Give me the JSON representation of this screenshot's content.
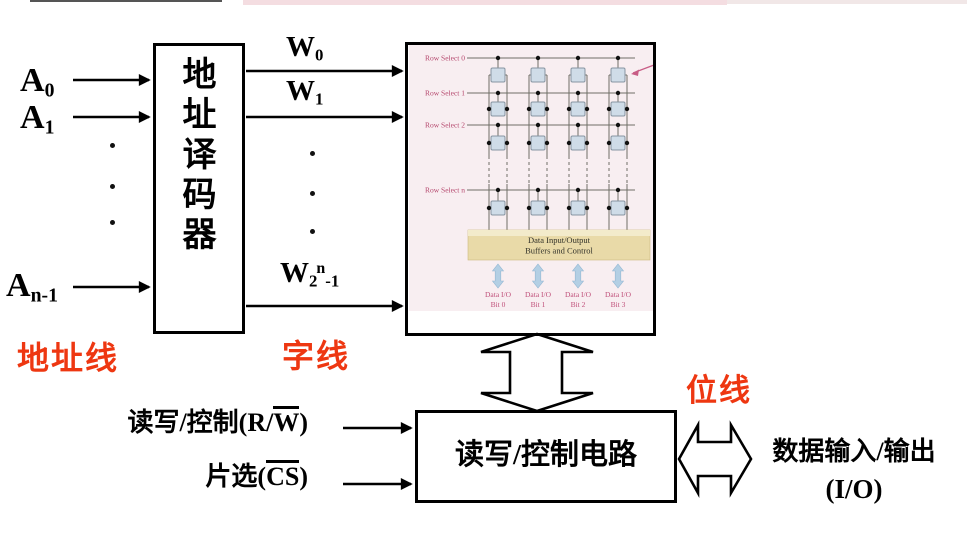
{
  "colors": {
    "accent_red": "#ee3711",
    "row_label_pink": "#b5476d",
    "bit_label_pink": "#c0507a"
  },
  "inputs": {
    "a0": {
      "base": "A",
      "sub": "0"
    },
    "a1": {
      "base": "A",
      "sub": "1"
    },
    "an1": {
      "base": "A",
      "sub": "n-1"
    }
  },
  "word_line_labels": {
    "w0": {
      "base": "W",
      "sub": "0"
    },
    "w1": {
      "base": "W",
      "sub": "1"
    },
    "w2n1": {
      "base": "W",
      "sub": "2",
      "sup": "n",
      "sub2": "-1"
    }
  },
  "decoder_label": "地址译码器",
  "labels": {
    "address_lines": "地址线",
    "word_lines": "字线",
    "bit_lines": "位线",
    "rw_prefix": "读写/控制(R/",
    "rw_over": "W",
    "rw_suffix": ")",
    "cs_prefix": "片选(",
    "cs_over": "CS",
    "cs_suffix": ")",
    "control_box": "读写/控制电路",
    "data_io_line1": "数据输入/输出",
    "data_io_line2": "(I/O)"
  },
  "memory_array": {
    "row_labels": [
      "Row Select 0",
      "Row Select 1",
      "Row Select 2",
      "Row Select n"
    ],
    "buffer_label_line1": "Data Input/Output",
    "buffer_label_line2": "Buffers and Control",
    "bit_io_labels": [
      {
        "line1": "Data I/O",
        "line2": "Bit 0"
      },
      {
        "line1": "Data I/O",
        "line2": "Bit 1"
      },
      {
        "line1": "Data I/O",
        "line2": "Bit 2"
      },
      {
        "line1": "Data I/O",
        "line2": "Bit 3"
      }
    ]
  }
}
